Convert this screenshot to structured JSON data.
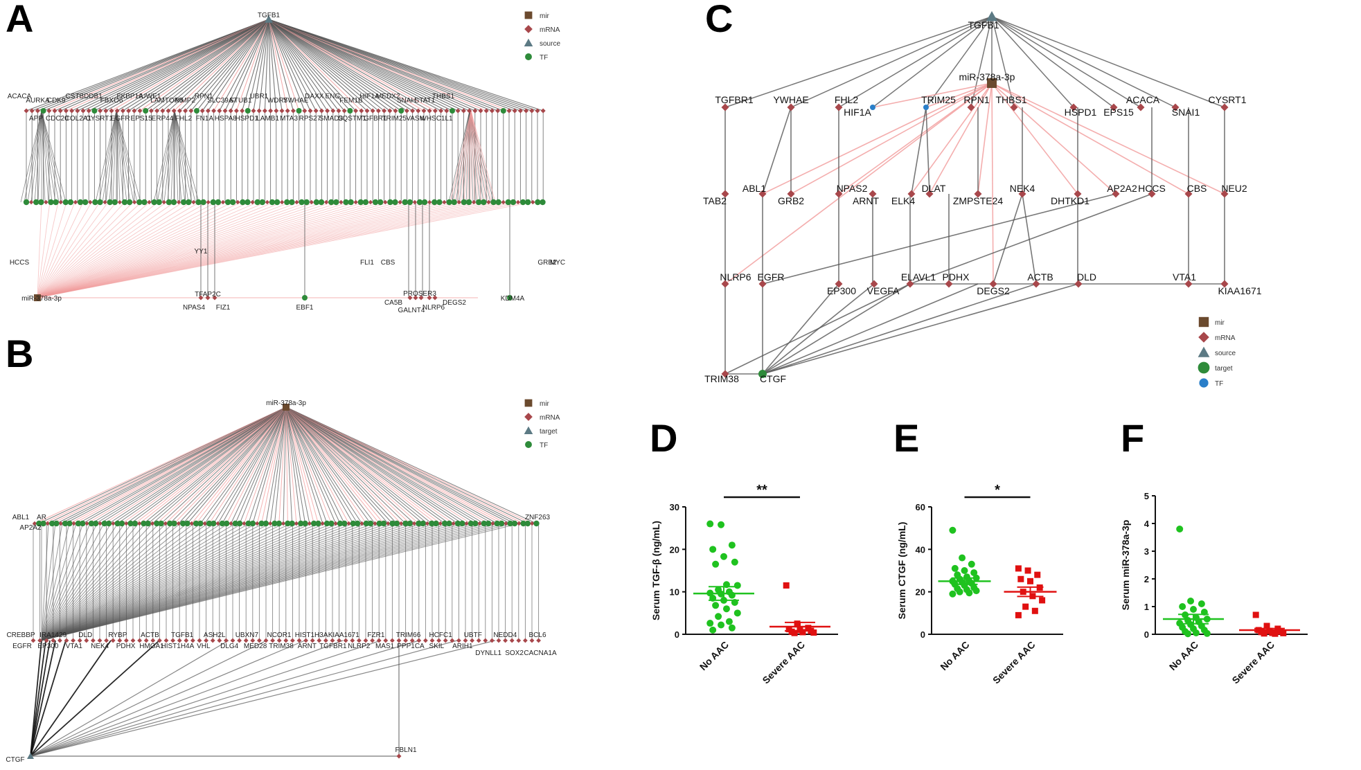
{
  "panels": {
    "A": "A",
    "B": "B",
    "C": "C",
    "D": "D",
    "E": "E",
    "F": "F"
  },
  "colors": {
    "mir": "#6b4a2e",
    "mrna": "#a8474b",
    "source": "#5c7a84",
    "tf_green": "#2e8b3a",
    "tf_blue": "#2a7fc9",
    "edge_gray": "#555555",
    "edge_red": "#f19a9a",
    "no_aac": "#1fc21f",
    "severe_aac": "#e01010"
  },
  "legend_A": [
    "mir",
    "mRNA",
    "source",
    "TF"
  ],
  "legend_B": [
    "mir",
    "mRNA",
    "target",
    "TF"
  ],
  "legend_C": [
    "mir",
    "mRNA",
    "source",
    "target",
    "TF"
  ],
  "network_A": {
    "source": "TGFB1",
    "row1_top": [
      "ACACA",
      "AURKA",
      "CDK9",
      "CSTB",
      "DDB1",
      "FBXO6",
      "FKBP1A",
      "HUWE1",
      "LAMTOR5",
      "MMP2",
      "RPN1",
      "SLC39A7",
      "STUB1",
      "UBR1",
      "WDR5",
      "YWHAE",
      "DAXX",
      "ENG",
      "FEM1B",
      "HIF1A",
      "MEDX2",
      "SNAH",
      "STAT1",
      "THBS1"
    ],
    "row1_bottom": [
      "APP",
      "CDC20",
      "COL2A1",
      "CYSRT1",
      "EGFR",
      "EPS15",
      "ERP44",
      "FHL2",
      "FN1A",
      "HSPA8",
      "HSPD1",
      "LAMB1",
      "MTA3",
      "RPS27",
      "SMAD3",
      "SQSTM1",
      "TGFBR1",
      "TRIM25",
      "VASN",
      "WHSC1L1"
    ],
    "row2": [
      "HCCS",
      "YY1",
      "FLI1",
      "CBS",
      "GRB2",
      "MYC"
    ],
    "row3": [
      "miR-378a-3p",
      "TFAP2C",
      "NPAS4",
      "FIZ1",
      "EBF1",
      "CA5B",
      "PROSER3",
      "GALNT4",
      "NLRP6",
      "DEGS2",
      "KDM4A"
    ]
  },
  "network_B": {
    "source": "miR-378a-3p",
    "row1": [
      "ABL1",
      "AR",
      "AP2A2",
      "ZNF263"
    ],
    "row2_top": [
      "CREBBP",
      "IRA1429",
      "DLD",
      "RYBP",
      "ACTB",
      "TGFB1",
      "ASH2L",
      "UBXN7",
      "NCOR1",
      "HIST1H3A",
      "KIAA1671",
      "FZR1",
      "TRIM66",
      "HCFC1",
      "UBTF",
      "NEDD4",
      "BCL6"
    ],
    "row2_bottom": [
      "EGFR",
      "EP300",
      "VTA1",
      "NEK4",
      "PDHX",
      "HMGA1",
      "HIST1H4A",
      "VHL",
      "DLG4",
      "MED28",
      "TRIM38",
      "ARNT",
      "TGFBR1",
      "NLRP2",
      "MAS1",
      "PPP1CA",
      "SKIL",
      "ARIH1",
      "DYNLL1",
      "SOX2",
      "CACNA1A"
    ],
    "bottom": [
      "CTGF",
      "FBLN1"
    ]
  },
  "network_C": {
    "source": "TGFB1",
    "mir": "miR-378a-3p",
    "row1": [
      "TGFBR1",
      "YWHAE",
      "FHL2",
      "HIF1A",
      "TRIM25",
      "RPN1",
      "THBS1",
      "HSPD1",
      "EPS15",
      "ACACA",
      "SNAI1",
      "CYSRT1"
    ],
    "row2": [
      "TAB2",
      "ABL1",
      "GRB2",
      "NPAS2",
      "ARNT",
      "ELK4",
      "DLAT",
      "ZMPSTE24",
      "NEK4",
      "DHTKD1",
      "AP2A2",
      "HCCS",
      "CBS",
      "NEU2"
    ],
    "row3": [
      "NLRP6",
      "EGFR",
      "EP300",
      "VEGFA",
      "ELAVL1",
      "PDHX",
      "DEGS2",
      "ACTB",
      "DLD",
      "VTA1",
      "KIAA1671"
    ],
    "row4": [
      "TRIM38",
      "CTGF"
    ]
  },
  "chart_data": [
    {
      "type": "scatter",
      "panel": "D",
      "ylabel": "Serum TGF-β  (ng/mL)",
      "categories": [
        "No AAC",
        "Severe AAC"
      ],
      "ylim": [
        0,
        30
      ],
      "yticks": [
        "0",
        "10",
        "20",
        "30"
      ],
      "significance": "**",
      "series": [
        {
          "name": "No AAC",
          "values": [
            26,
            25.8,
            21,
            20,
            18.3,
            17,
            16.5,
            11.7,
            11.5,
            10.5,
            10,
            9.7,
            9.5,
            9.2,
            8.5,
            8,
            7.5,
            6.8,
            6,
            5,
            4.2,
            3,
            2.6,
            2.2,
            1.5,
            1
          ],
          "mean": 9.6,
          "sem": 1.6
        },
        {
          "name": "Severe AAC",
          "values": [
            11.5,
            2.5,
            1.5,
            1.2,
            1,
            0.8,
            0.6,
            0.5,
            0.4,
            0.3
          ],
          "mean": 1.8,
          "sem": 1.0
        }
      ]
    },
    {
      "type": "scatter",
      "panel": "E",
      "ylabel": "Serum CTGF (ng/mL)",
      "categories": [
        "No AAC",
        "Severe AAC"
      ],
      "ylim": [
        0,
        60
      ],
      "yticks": [
        "0",
        "20",
        "40",
        "60"
      ],
      "significance": "*",
      "series": [
        {
          "name": "No AAC",
          "values": [
            49,
            36,
            33,
            31,
            30,
            29,
            28,
            27,
            26.5,
            26,
            25,
            25,
            24.5,
            24,
            23.5,
            23,
            22,
            21.5,
            21,
            20.5,
            20,
            19.5,
            19
          ],
          "mean": 25,
          "sem": 1.5
        },
        {
          "name": "Severe AAC",
          "values": [
            31,
            30,
            28,
            26,
            25,
            22,
            20,
            18,
            16,
            13,
            11,
            9
          ],
          "mean": 20,
          "sem": 2.2
        }
      ]
    },
    {
      "type": "scatter",
      "panel": "F",
      "ylabel": "Serum miR-378a-3p",
      "categories": [
        "No AAC",
        "Severe AAC"
      ],
      "ylim": [
        0,
        5
      ],
      "yticks": [
        "0",
        "1",
        "2",
        "3",
        "4",
        "5"
      ],
      "series": [
        {
          "name": "No AAC",
          "values": [
            3.8,
            1.2,
            1.1,
            1.0,
            0.9,
            0.8,
            0.7,
            0.6,
            0.55,
            0.5,
            0.45,
            0.4,
            0.35,
            0.3,
            0.25,
            0.2,
            0.15,
            0.1,
            0.05,
            0.03,
            0.02
          ],
          "mean": 0.55,
          "sem": 0.17
        },
        {
          "name": "Severe AAC",
          "values": [
            0.7,
            0.3,
            0.2,
            0.15,
            0.12,
            0.1,
            0.08,
            0.05,
            0.04,
            0.03,
            0.02
          ],
          "mean": 0.15,
          "sem": 0.06
        }
      ]
    }
  ]
}
